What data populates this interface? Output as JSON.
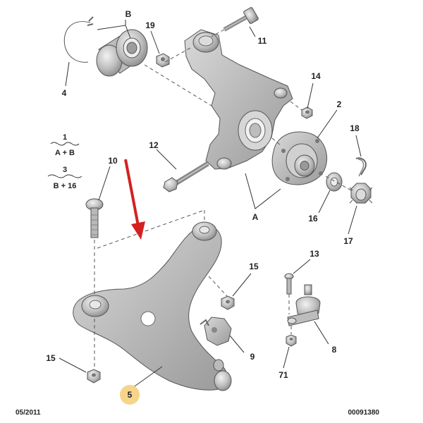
{
  "callouts": {
    "c_B": "B",
    "c_19": "19",
    "c_11": "11",
    "c_4": "4",
    "c_14": "14",
    "c_2": "2",
    "c_18": "18",
    "c_12": "12",
    "c_10": "10",
    "c_A": "A",
    "c_16": "16",
    "c_17": "17",
    "c_13": "13",
    "c_15a": "15",
    "c_15b": "15",
    "c_9": "9",
    "c_8": "8",
    "c_71": "71",
    "c_5": "5"
  },
  "legend": {
    "entry1_num": "1",
    "entry1_text": "A + B",
    "entry3_num": "3",
    "entry3_text": "B + 16"
  },
  "footer": {
    "date": "05/2011",
    "reference": "00091380"
  },
  "colors": {
    "arrow": "#d42020",
    "highlight": "#f6d48a",
    "part_fill": "#c8c8c8"
  }
}
